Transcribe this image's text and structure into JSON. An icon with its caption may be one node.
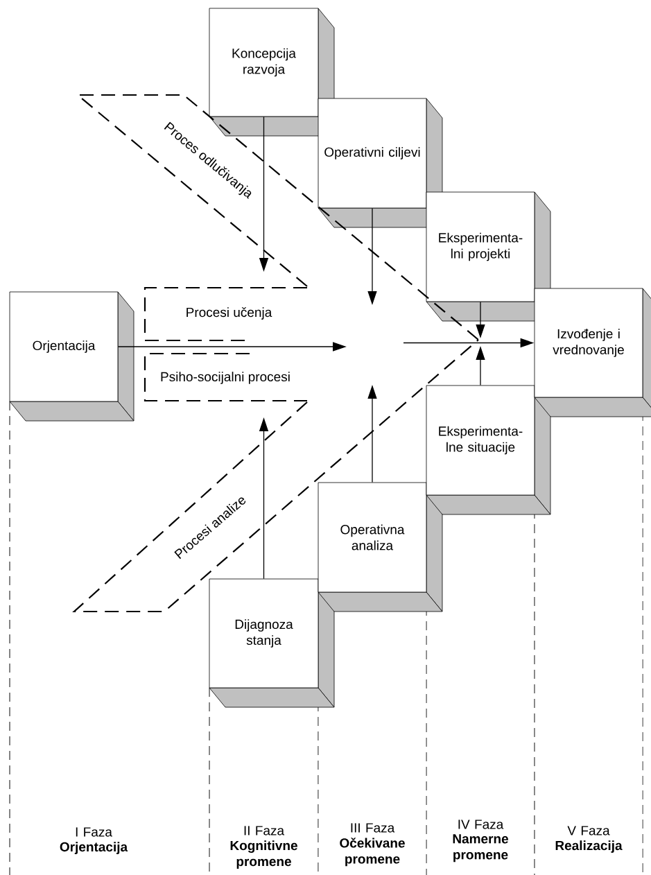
{
  "diagram": {
    "nodes": [
      {
        "text": [
          "Koncepcija razvoja"
        ]
      },
      {
        "text": [
          "Operativni ciljevi"
        ]
      },
      {
        "text": [
          "Eksperimenta- lni projekti"
        ]
      },
      {
        "text": [
          "Izvođenje i vrednovanje"
        ]
      },
      {
        "text": [
          "Orjentacija"
        ]
      },
      {
        "text": [
          "Eksperimenta- lne situacije"
        ]
      },
      {
        "text": [
          "Operativna analiza"
        ]
      },
      {
        "text": [
          "Dijagnoza stanja"
        ]
      },
      {
        "text": [
          "Proces odlučivanja"
        ]
      },
      {
        "text": [
          "Procesi učenja"
        ]
      },
      {
        "text": [
          "Psiho-socijalni procesi"
        ]
      },
      {
        "text": [
          "Procesi analize"
        ]
      }
    ],
    "edges": [
      {
        "from": 0,
        "to": null,
        "arrow": "to"
      },
      {
        "from": 1,
        "to": null,
        "arrow": "to"
      },
      {
        "from": 2,
        "to": null,
        "arrow": "to"
      },
      {
        "from": 4,
        "to": null,
        "arrow": "to"
      },
      {
        "from": null,
        "to": 3,
        "arrow": "to"
      },
      {
        "from": 5,
        "to": null,
        "arrow": "to"
      },
      {
        "from": 6,
        "to": null,
        "arrow": "to"
      },
      {
        "from": 7,
        "to": null,
        "arrow": "to"
      }
    ],
    "labels": [
      "I Faza",
      "Orjentacija",
      "II Faza",
      "Kognitivne promene",
      "III Faza",
      "Očekivane promene",
      "IV Faza",
      "Namerne promene",
      "V Faza",
      "Realizacija"
    ]
  }
}
